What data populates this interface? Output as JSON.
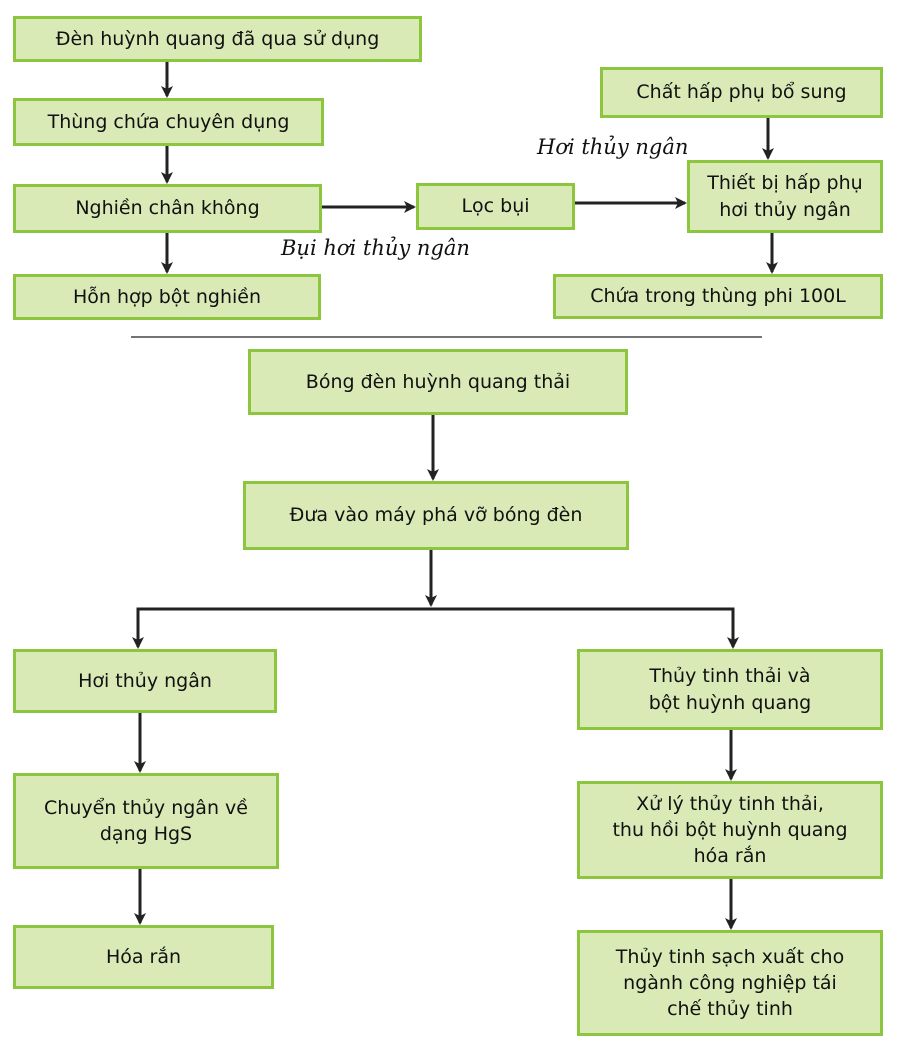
{
  "top": {
    "box_used_lamps": "Đèn huỳnh quang đã qua sử dụng",
    "box_special_container": "Thùng chứa chuyên dụng",
    "box_vacuum_crush": "Nghiền chân không",
    "box_powder_mix": "Hỗn hợp bột nghiền",
    "box_dust_filter": "Lọc bụi",
    "box_extra_adsorbent": "Chất hấp phụ bổ sung",
    "box_adsorber": [
      "Thiết bị hấp phụ",
      "hơi thủy ngân"
    ],
    "box_drum": "Chứa trong thùng phi 100L",
    "label_dust_vapor": "Bụi hơi thủy ngân",
    "label_mercury_vapor": "Hơi thủy ngân"
  },
  "bottom": {
    "box_waste_lamps": "Bóng đèn huỳnh quang thải",
    "box_crusher": "Đưa vào máy phá vỡ bóng đèn",
    "box_mercury_vapor": "Hơi thủy ngân",
    "box_to_hgs": [
      "Chuyển thủy ngân về",
      "dạng HgS"
    ],
    "box_solidify": "Hóa rắn",
    "box_glass_powder": [
      "Thủy tinh thải và",
      "bột huỳnh quang"
    ],
    "box_process_glass": [
      "Xử lý thủy tinh thải,",
      "thu hồi bột huỳnh quang",
      "hóa rắn"
    ],
    "box_clean_glass": [
      "Thủy tinh sạch xuất cho",
      "ngành công nghiệp tái",
      "chế thủy tinh"
    ]
  },
  "colors": {
    "box_fill": "#d9eab7",
    "box_border": "#8cc63f",
    "arrow": "#222222"
  }
}
